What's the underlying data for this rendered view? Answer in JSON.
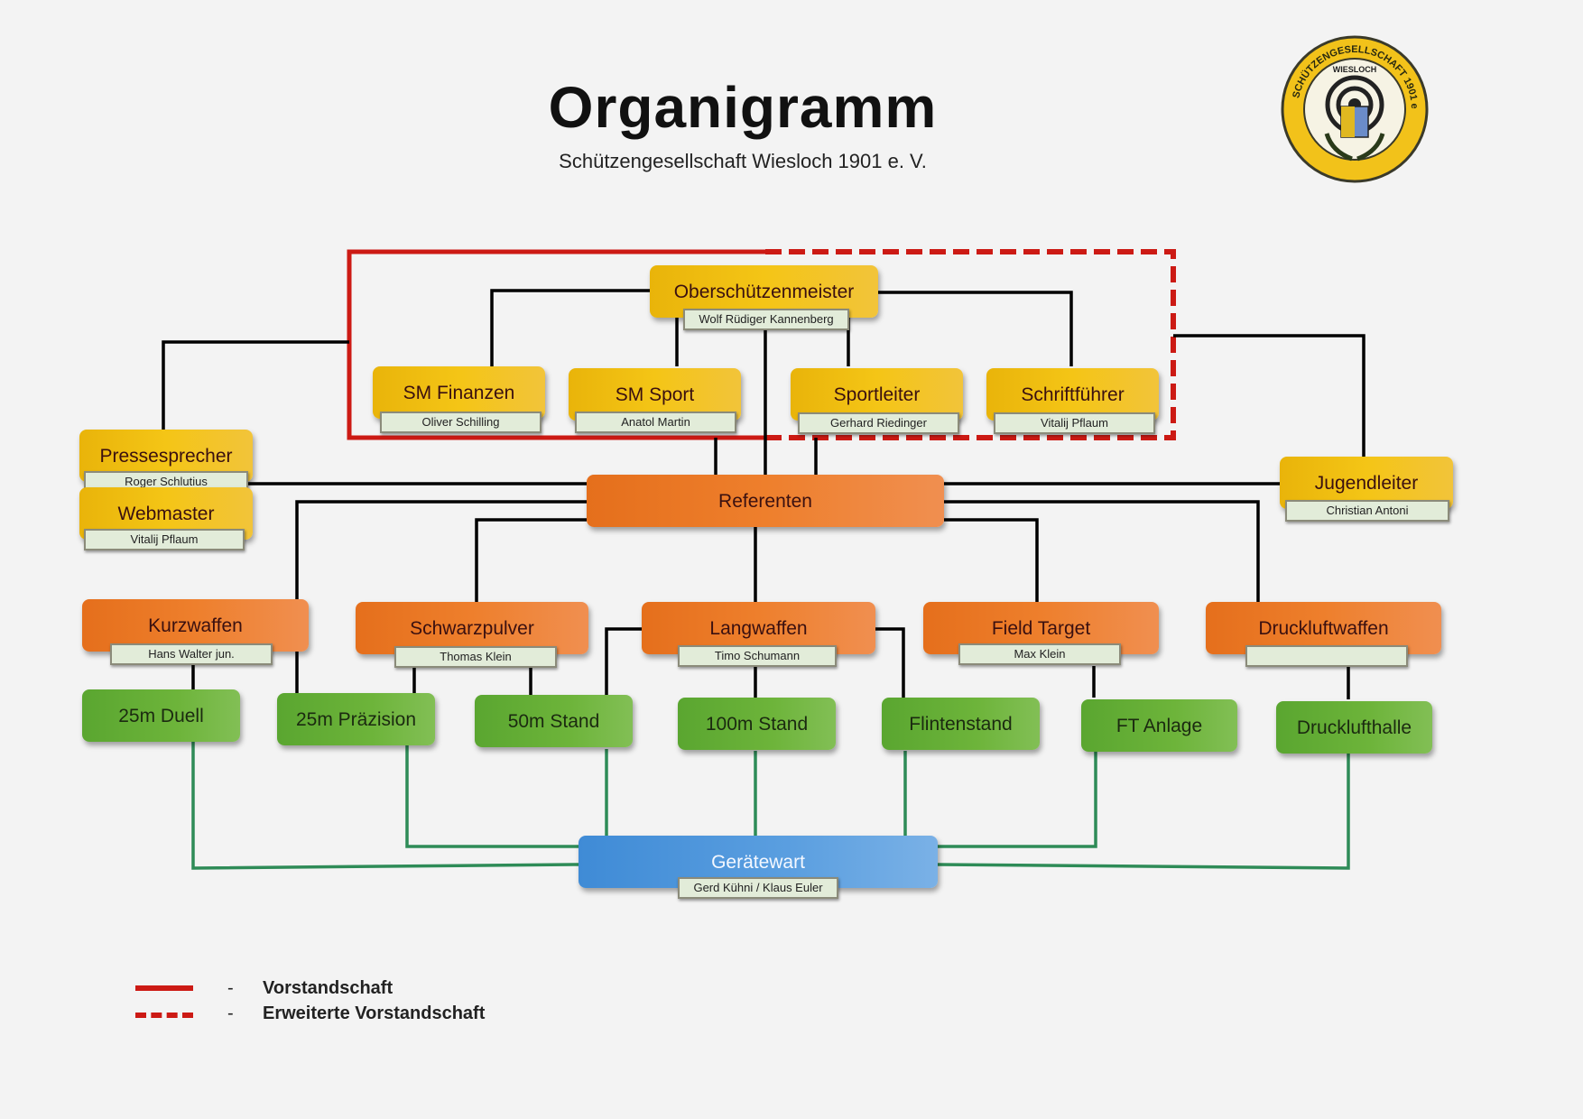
{
  "header": {
    "title": "Organigramm",
    "subtitle": "Schützengesellschaft Wiesloch 1901 e. V."
  },
  "logo": {
    "ring_text": "SCHÜTZENGESELLSCHAFT 1901 e.V.",
    "inner_text": "WIESLOCH",
    "colors": {
      "ring": "#f2c21a",
      "border": "#3a3a2a"
    }
  },
  "board": {
    "head": {
      "role": "Oberschützenmeister",
      "name": "Wolf Rüdiger Kannenberg"
    },
    "members": [
      {
        "role": "SM Finanzen",
        "name": "Oliver Schilling"
      },
      {
        "role": "SM Sport",
        "name": "Anatol Martin"
      },
      {
        "role": "Sportleiter",
        "name": "Gerhard Riedinger"
      },
      {
        "role": "Schriftführer",
        "name": "Vitalij Pflaum"
      }
    ]
  },
  "side": {
    "left": [
      {
        "role": "Pressesprecher",
        "name": "Roger Schlutius"
      },
      {
        "role": "Webmaster",
        "name": "Vitalij Pflaum"
      }
    ],
    "right": [
      {
        "role": "Jugendleiter",
        "name": "Christian Antoni"
      }
    ]
  },
  "referenten": {
    "role": "Referenten"
  },
  "divisions": [
    {
      "role": "Kurzwaffen",
      "name": "Hans Walter jun."
    },
    {
      "role": "Schwarzpulver",
      "name": "Thomas Klein"
    },
    {
      "role": "Langwaffen",
      "name": "Timo Schumann"
    },
    {
      "role": "Field Target",
      "name": "Max Klein"
    },
    {
      "role": "Druckluftwaffen",
      "name": ""
    }
  ],
  "facilities": [
    {
      "label": "25m Duell"
    },
    {
      "label": "25m Präzision"
    },
    {
      "label": "50m Stand"
    },
    {
      "label": "100m Stand"
    },
    {
      "label": "Flintenstand"
    },
    {
      "label": "FT Anlage"
    },
    {
      "label": "Drucklufthalle"
    }
  ],
  "geraetewart": {
    "role": "Gerätewart",
    "name": "Gerd Kühni / Klaus Euler"
  },
  "legend": [
    {
      "style": "solid",
      "dash": "-",
      "label": "Vorstandschaft"
    },
    {
      "style": "dashed",
      "dash": "-",
      "label": "Erweiterte Vorstandschaft"
    }
  ],
  "colors": {
    "board": "#f2c21a",
    "referenten": "#ec7a28",
    "facility": "#6db43a",
    "geraetewart": "#5b9fe0",
    "vorstand_line": "#cc1a14",
    "facility_line": "#2e8b57",
    "connector": "#000000"
  }
}
